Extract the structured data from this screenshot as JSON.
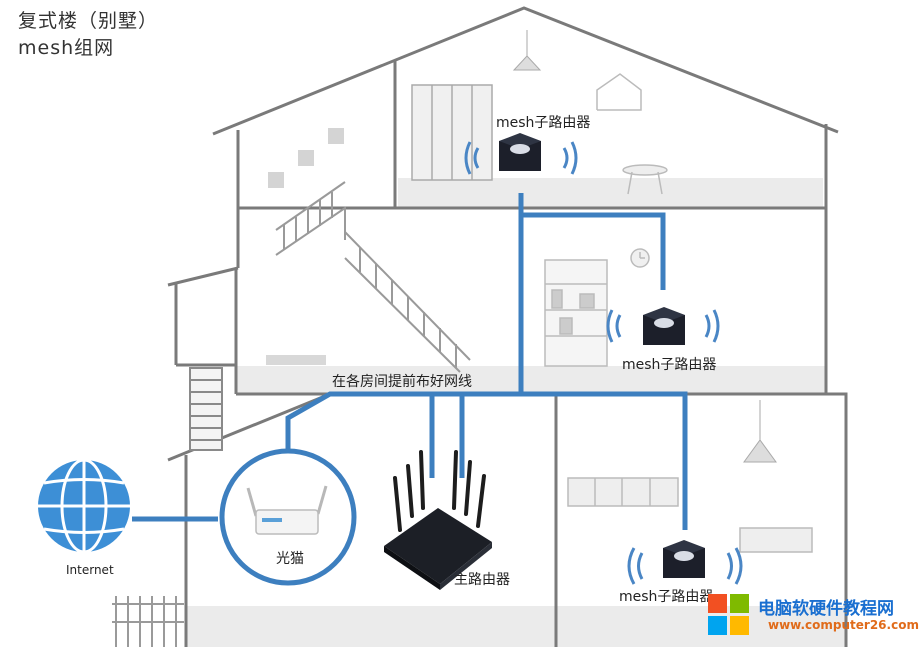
{
  "title": {
    "line1": "复式楼（别墅）",
    "line2": "mesh组网"
  },
  "labels": {
    "mesh_top": "mesh子路由器",
    "mesh_mid": "mesh子路由器",
    "mesh_bottom": "mesh子路由器",
    "main_router": "主路由器",
    "modem": "光猫",
    "internet": "Internet",
    "cabling_note": "在各房间提前布好网线"
  },
  "watermark": {
    "name": "电脑软硬件教程网",
    "url": "www.computer26.com"
  },
  "colors": {
    "cable": "#3d7fbf",
    "house_outline": "#7a7a7a",
    "floor": "#e9e9e9",
    "globe": "#3d8fd6",
    "wave": "#4a86c5"
  }
}
